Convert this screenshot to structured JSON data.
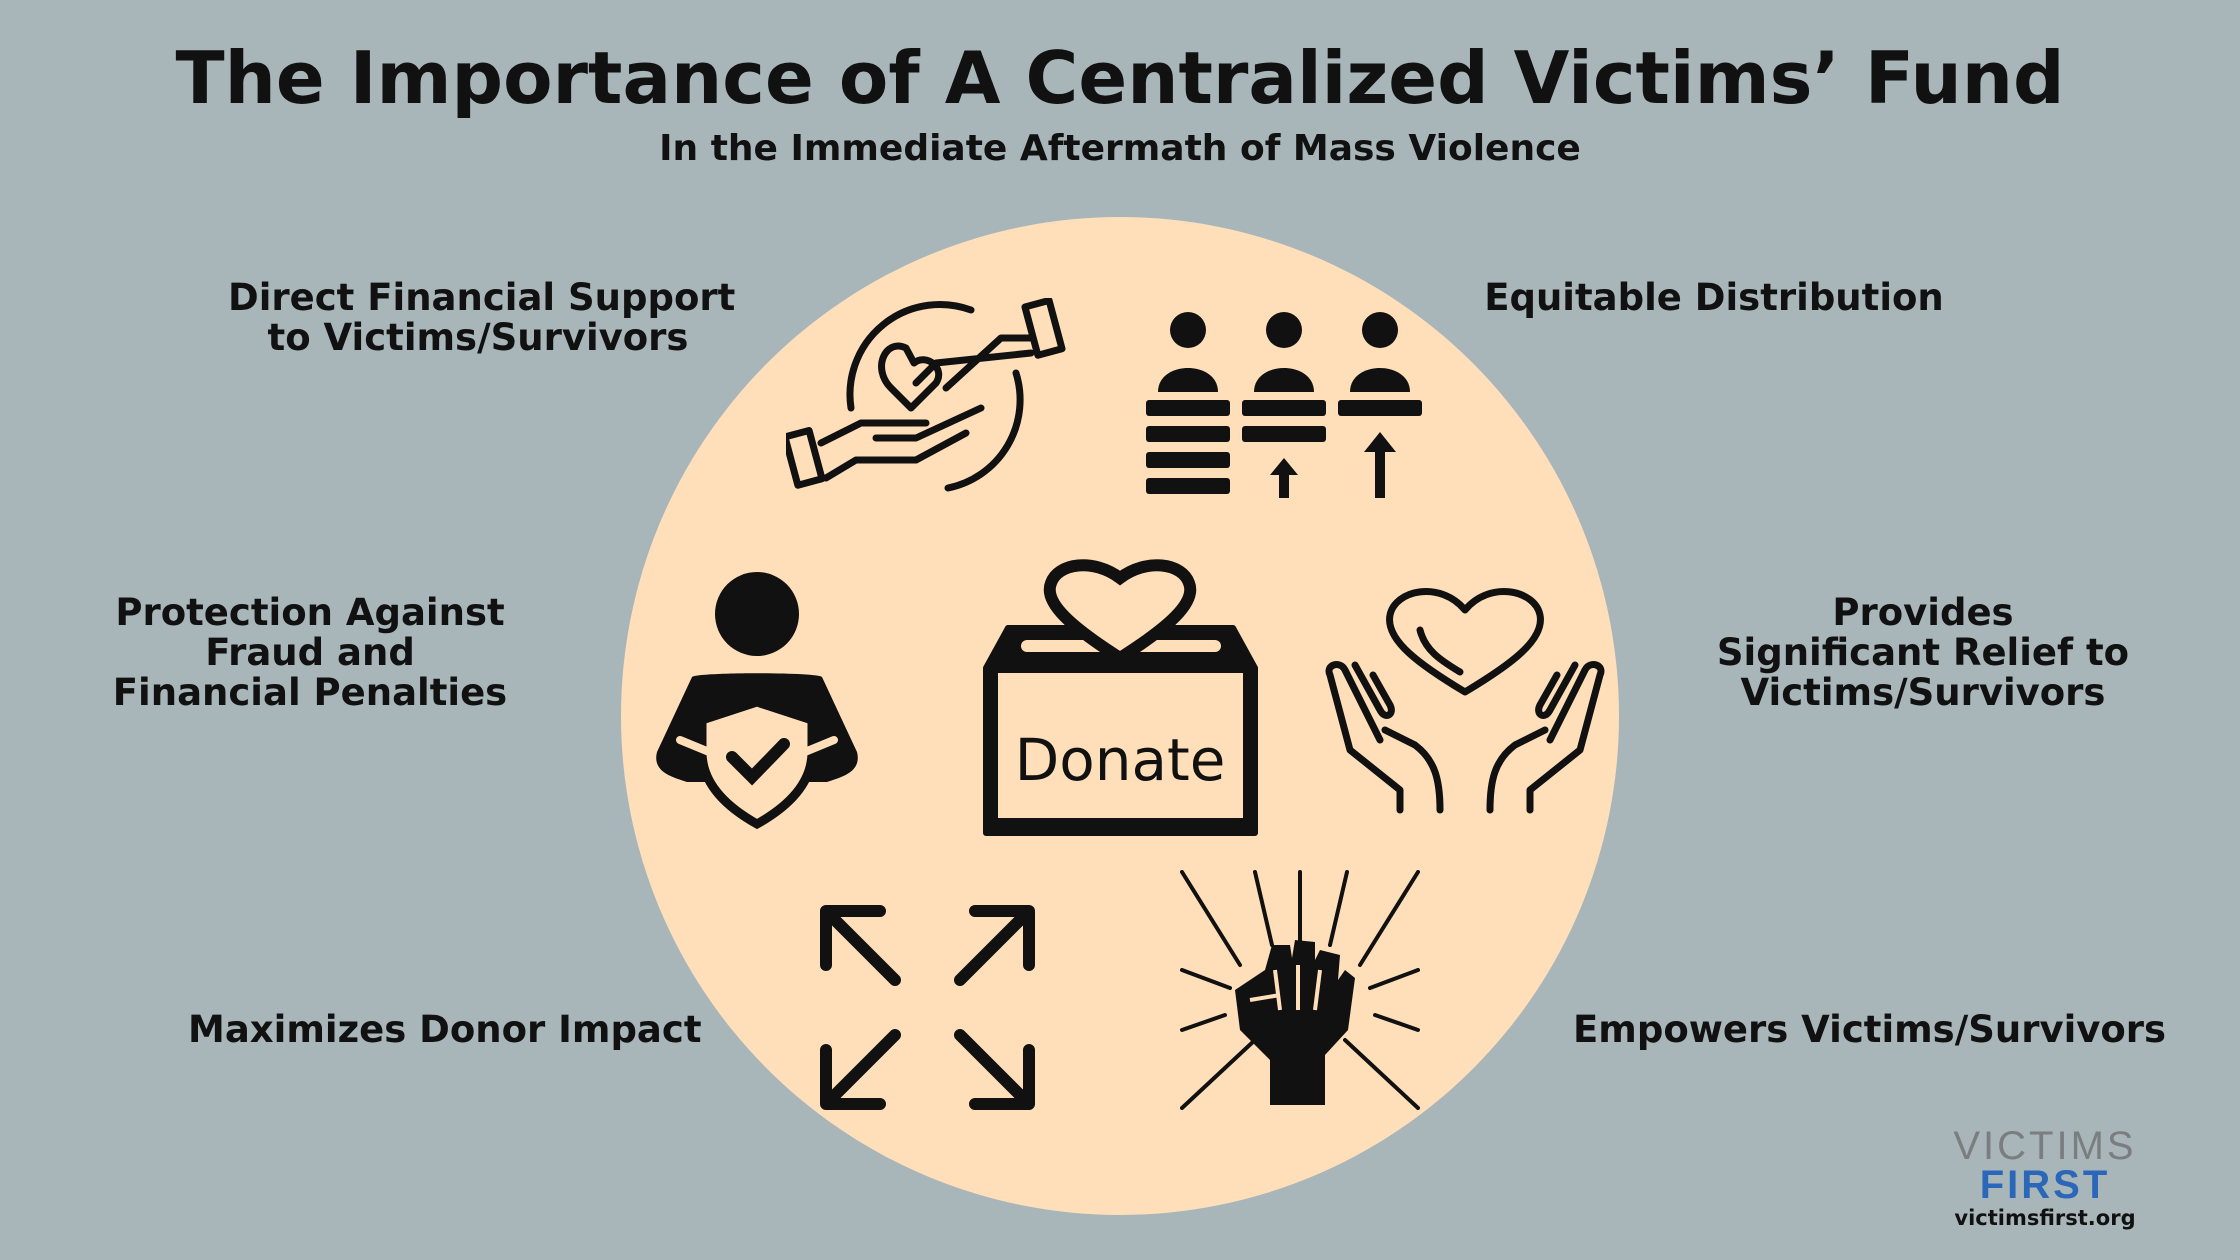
{
  "header": {
    "title": "The Importance of A Centralized Victims’ Fund",
    "subtitle": "In the Immediate Aftermath of Mass Violence"
  },
  "benefits": [
    {
      "lines": [
        "Direct Financial Support",
        "to Victims/Survivors"
      ],
      "icon": "hands-giving-heart-icon"
    },
    {
      "lines": [
        "Equitable Distribution"
      ],
      "icon": "equity-people-icon"
    },
    {
      "lines": [
        "Protection Against",
        "Fraud and",
        "Financial Penalties"
      ],
      "icon": "person-shield-icon"
    },
    {
      "lines": [
        "Provides",
        "Significant Relief to",
        "Victims/Survivors"
      ],
      "icon": "hands-heart-icon"
    },
    {
      "lines": [
        "Maximizes Donor Impact"
      ],
      "icon": "expand-arrows-icon"
    },
    {
      "lines": [
        "Empowers Victims/Survivors"
      ],
      "icon": "raised-fist-icon"
    }
  ],
  "center": {
    "donate_label": "Donate",
    "icon": "donation-box-icon"
  },
  "logo": {
    "top": "VICTIMS",
    "bottom": "FIRST",
    "url": "victimsfirst.org"
  },
  "colors": {
    "background": "#a8b6ba",
    "circle": "#ffdfba",
    "ink": "#111111",
    "logo_gray": "#7b7e80",
    "logo_blue": "#2b67b8"
  }
}
